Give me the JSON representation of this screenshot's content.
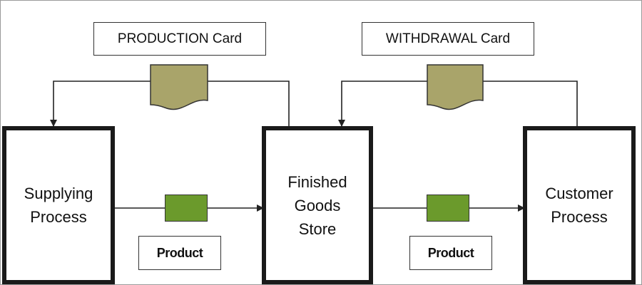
{
  "colors": {
    "card_fill": "#a9a46a",
    "token_fill": "#6b9a2c",
    "line": "#222222"
  },
  "cards": {
    "production_label": "PRODUCTION Card",
    "withdrawal_label": "WITHDRAWAL Card"
  },
  "processes": {
    "supplying": "Supplying\nProcess",
    "store": "Finished\nGoods\nStore",
    "customer": "Customer\nProcess"
  },
  "products": {
    "left_label": "Product",
    "right_label": "Product"
  }
}
